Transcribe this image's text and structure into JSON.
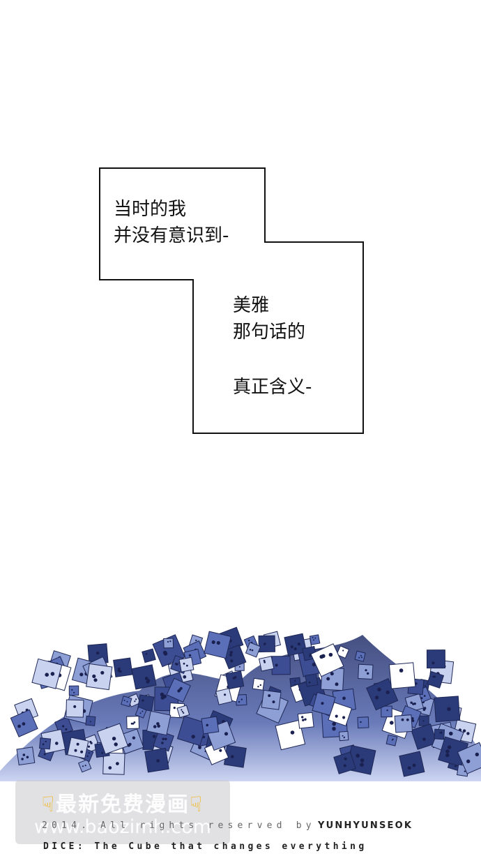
{
  "captions": {
    "first": [
      "当时的我",
      "并没有意识到-"
    ],
    "second": [
      "美雅",
      "那句话的"
    ],
    "third": [
      "真正含义-"
    ]
  },
  "watermark": {
    "title": "最新免费漫画",
    "url": "www.baozimh.com",
    "hand_left": "hand-pointing-down-icon",
    "hand_right": "hand-pointing-down-icon"
  },
  "credits": {
    "rights": "2014. All rights reserved by",
    "author": "YUNHYUNSEOK",
    "tagline": "DICE: The Cube that changes everything"
  },
  "colors": {
    "dice_dark": "#2b3a78",
    "dice_mid": "#5b6fb8",
    "dice_light": "#c9d3f0",
    "watermark_hand": "#f2b51d"
  }
}
